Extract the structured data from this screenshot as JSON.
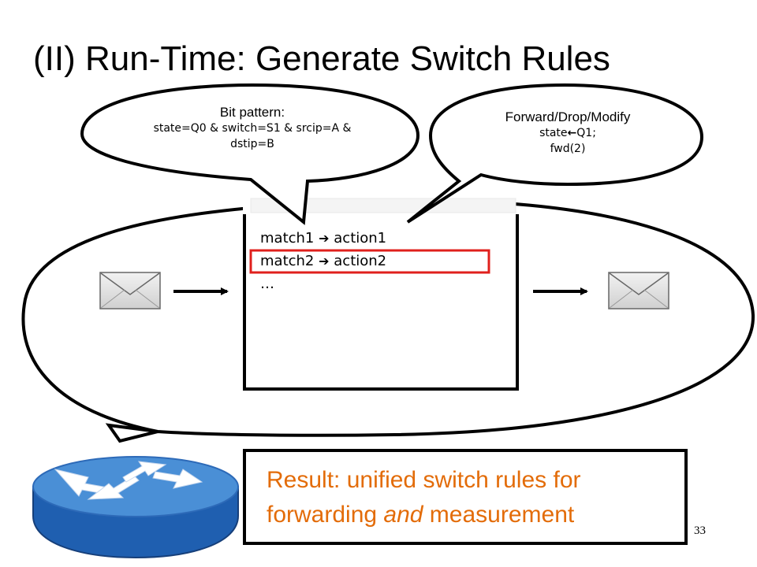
{
  "slide": {
    "title": "(II) Run-Time: Generate Switch Rules",
    "page_number": "33"
  },
  "callout_match": {
    "heading": "Bit pattern:",
    "line1": "state=Q0 & switch=S1 & srcip=A &",
    "line2": "dstip=B"
  },
  "callout_action": {
    "heading": "Forward/Drop/Modify",
    "line1_prefix": "state",
    "line1_arrow": "←",
    "line1_suffix": "Q1;",
    "line2": "fwd(2)"
  },
  "rule_table": {
    "rows": [
      {
        "match": "match1",
        "arrow": "➔",
        "action": "action1"
      },
      {
        "match": "match2",
        "arrow": "➔",
        "action": "action2"
      }
    ],
    "ellipsis": "…",
    "highlight_color": "#e0201c"
  },
  "result": {
    "line1": "Result: unified switch rules for",
    "line2_before": "forwarding ",
    "line2_emph": "and",
    "line2_after": " measurement",
    "color": "#e36c09"
  },
  "icons": {
    "incoming_packet": "envelope-icon",
    "outgoing_packet": "envelope-icon",
    "switch": "router-icon"
  },
  "colors": {
    "router_top": "#4a8fd6",
    "router_side": "#1f5fb0"
  }
}
